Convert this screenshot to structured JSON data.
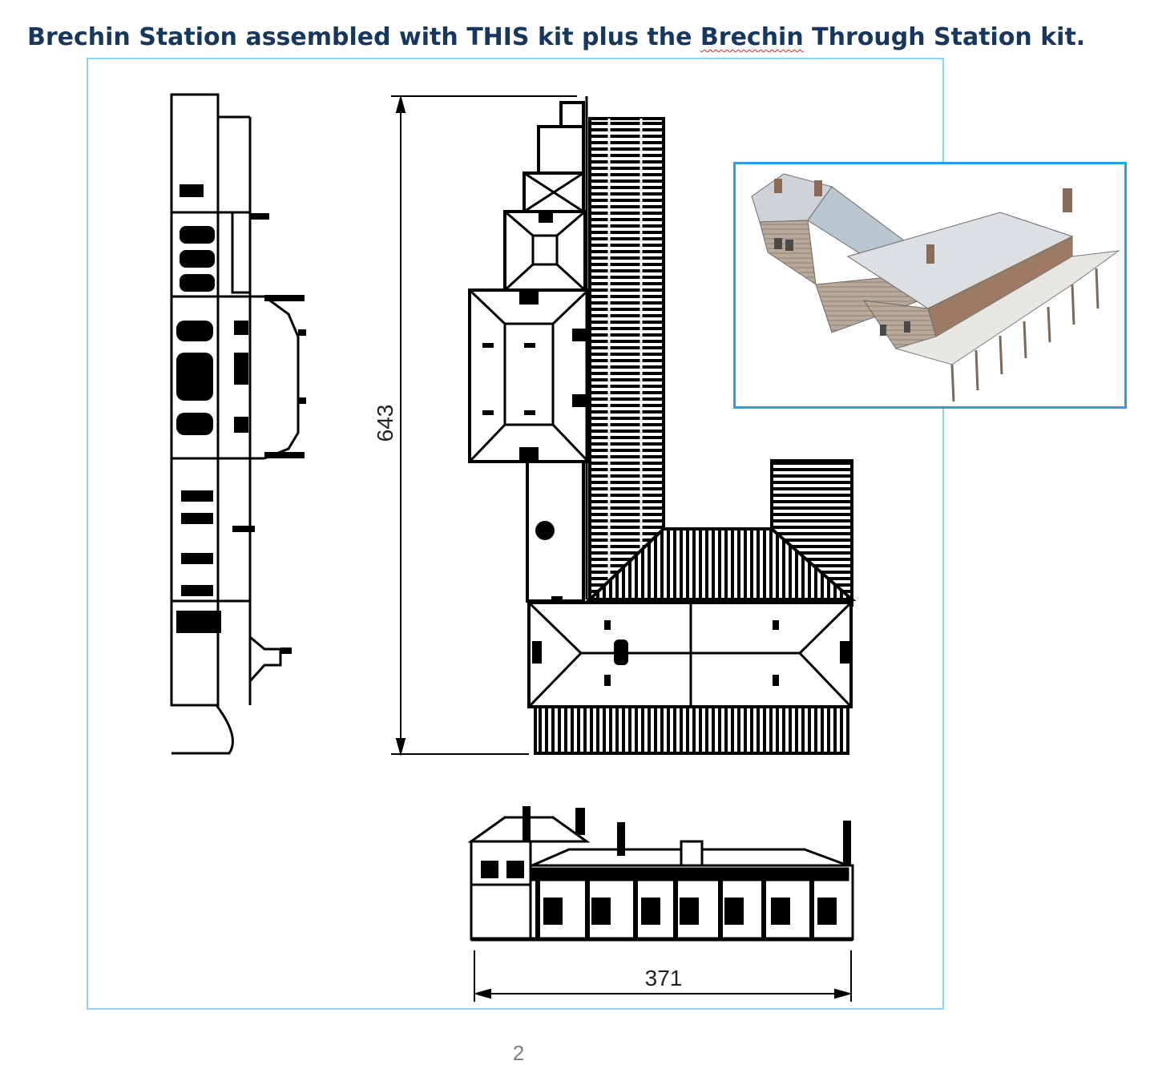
{
  "header": {
    "title_before": "Brechin Station assembled with THIS kit plus the ",
    "title_misspelt": "Brechin",
    "title_after": " Through Station kit."
  },
  "drawing": {
    "height_dimension": "643",
    "width_dimension": "371"
  },
  "photo": {
    "subject": "assembled station model"
  },
  "footer": {
    "page_number": "2"
  },
  "colors": {
    "title": "#17375e",
    "frame": "#8fd3f2",
    "photo_border": "#2e9be3",
    "ink": "#000000"
  }
}
